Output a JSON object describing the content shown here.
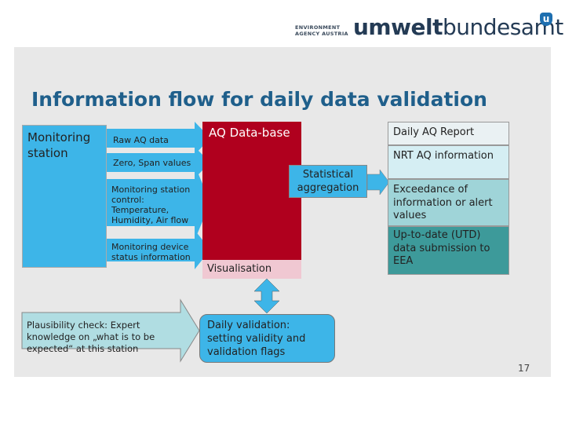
{
  "logo": {
    "line1": "ENVIRONMENT",
    "line2": "AGENCY AUSTRIA",
    "brand_bold": "umwelt",
    "brand_light": "bundesamt",
    "badge": "u"
  },
  "title": "Information flow for daily data validation",
  "station": {
    "label": "Monitoring station"
  },
  "arrows": {
    "raw": "Raw AQ data",
    "zero": "Zero, Span values",
    "control": "Monitoring station control: Temperature, Humidity, Air flow",
    "device": "Monitoring device status information"
  },
  "database": {
    "label": "AQ Data-base",
    "visual": "Visualisation"
  },
  "statistical": "Statistical aggregation",
  "outputs": [
    "Daily AQ Report",
    "NRT AQ information",
    "Exceedance of information or alert values",
    "Up-to-date (UTD) data submission to EEA"
  ],
  "plausibility": "Plausibility check: Expert knowledge on „what is to be expected“ at this station",
  "daily": "Daily validation: setting validity and validation flags",
  "page_number": "17",
  "colors": {
    "blue": "#3db5e8",
    "database": "#b0001e",
    "teal_dark": "#3d9a9a",
    "teal_light": "#9fd4d8"
  }
}
